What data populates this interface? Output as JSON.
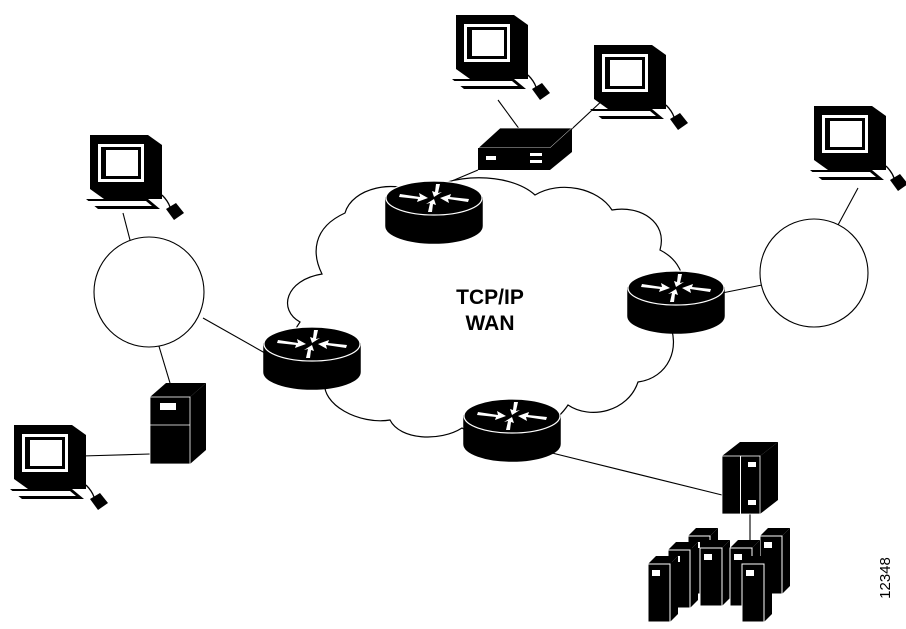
{
  "diagram": {
    "cloud_label_line1": "TCP/IP",
    "cloud_label_line2": "WAN",
    "figure_number": "12348"
  },
  "colors": {
    "stroke": "#000000",
    "fill": "#ffffff",
    "device": "#000000"
  },
  "icons": {
    "router": "router-icon",
    "workstation": "workstation-icon",
    "server": "server-icon",
    "modem": "modem-icon",
    "mainframe": "mainframe-icon",
    "lan_ring": "lan-ring"
  }
}
